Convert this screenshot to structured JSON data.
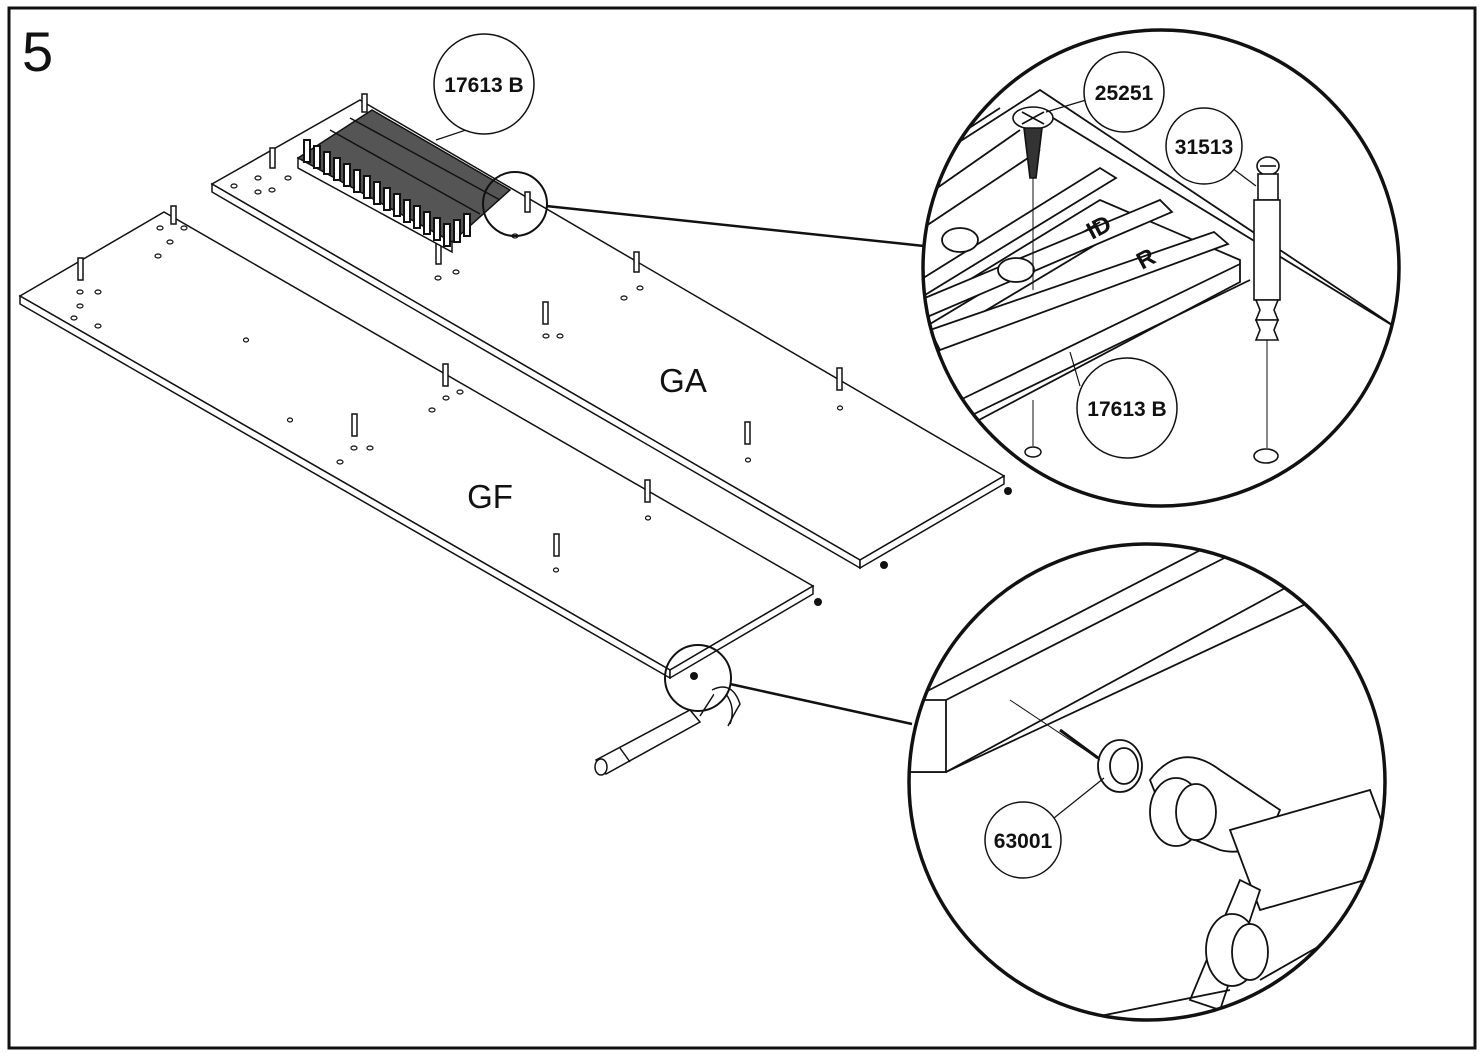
{
  "step": {
    "number": "5"
  },
  "panels": {
    "upper": {
      "label": "GA"
    },
    "lower": {
      "label": "GF"
    }
  },
  "callouts": {
    "rack_main": "17613 B",
    "screw": "25251",
    "cam_bolt": "31513",
    "rack_detail": "17613 B",
    "cap": "63001"
  },
  "detail_letters": {
    "first": "ID",
    "second": "R"
  },
  "colors": {
    "line": "#111111",
    "hatch": "#444444",
    "paper": "#ffffff"
  }
}
